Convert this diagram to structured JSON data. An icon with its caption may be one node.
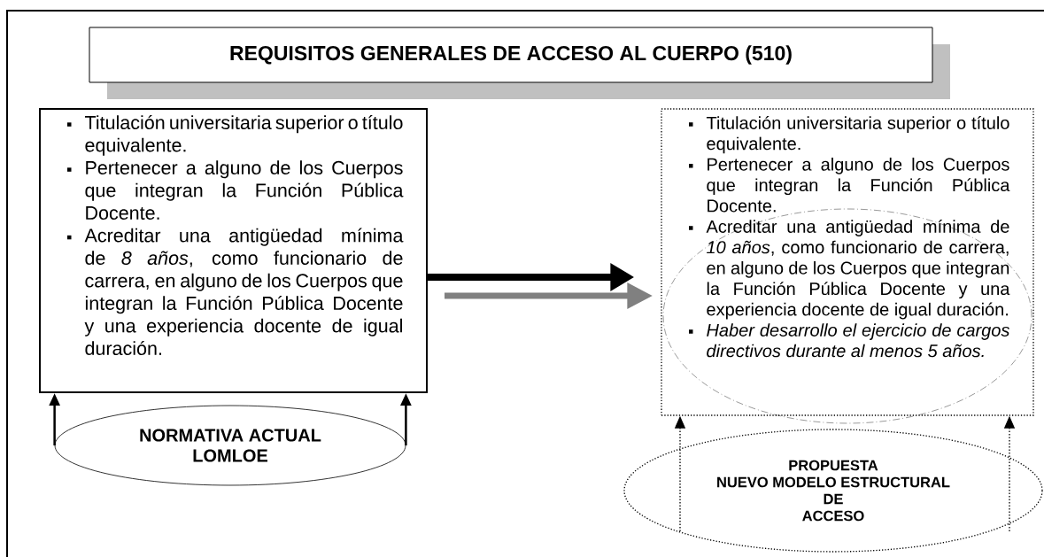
{
  "diagram": {
    "nodes": [
      {
        "text": [
          "REQUISITOS GENERALES DE ACCESO AL CUERPO (510)"
        ]
      },
      {
        "text": [
          "Titulación universitaria superior o título equivalente.",
          "Pertenecer a alguno de los Cuerpos que integran la Función Pública Docente.",
          "Acreditar una antigüedad mínima de *8 años*, como funcionario de carrera, en alguno de los Cuerpos que integran la Función Pública Docente y una experiencia docente de igual duración."
        ]
      },
      {
        "text": [
          "NORMATIVA ACTUAL LOMLOE"
        ]
      },
      {
        "text": [
          "Titulación universitaria superior o título equivalente.",
          "Pertenecer a alguno de los Cuerpos que integran la Función Pública Docente.",
          "Acreditar una antigüedad mínima de *10 años*, como funcionario de carrera, en alguno de los Cuerpos que integran la Función Pública Docente y una experiencia docente de igual duración.",
          "Haber desarrollo el ejercicio de cargos directivos durante al menos 5 años."
        ]
      },
      {
        "text": [
          "PROPUESTA",
          "NUEVO MODELO ESTRUCTURAL",
          "DE",
          "ACCESO"
        ]
      }
    ],
    "edges": [
      {
        "from": 1,
        "to": 3,
        "arrow": "to",
        "style": "thick"
      },
      {
        "from": null,
        "to": 3,
        "arrow": "to",
        "style": "thick",
        "color": "#808080"
      },
      {
        "from": 2,
        "to": 1,
        "arrow": "to"
      },
      {
        "from": 2,
        "to": 1,
        "arrow": "to"
      },
      {
        "from": 4,
        "to": 3,
        "arrow": "to",
        "style": "dashed"
      },
      {
        "from": 4,
        "to": 3,
        "arrow": "to",
        "style": "dashed"
      }
    ]
  }
}
